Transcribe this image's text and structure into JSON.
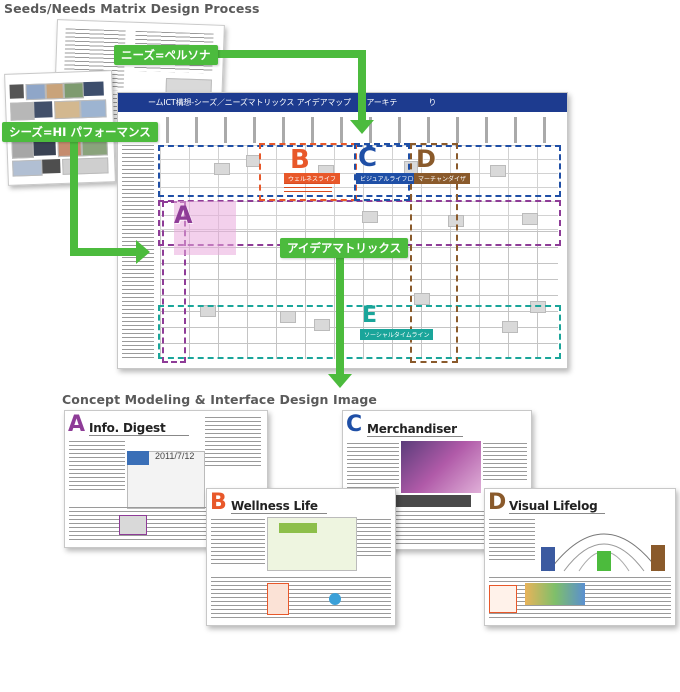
{
  "headings": {
    "process": "Seeds/Needs Matrix Design Process",
    "concept": "Concept Modeling & Interface Design Image"
  },
  "arrows": {
    "needs": "ニーズ=ペルソナ",
    "seeds": "シーズ=HI パフォーマンス",
    "matrix": "アイデアマトリックス"
  },
  "matrix": {
    "title": "ームICT構想-シーズ／ニーズマトリックス アイデアマップ　UIアーキテ　　　　り",
    "clusters": [
      {
        "letter": "A",
        "label": "",
        "color": "#8e3c97"
      },
      {
        "letter": "B",
        "label": "ウェルネスライフ",
        "color": "#e8582a"
      },
      {
        "letter": "C",
        "label": "ビジュアルライフログ",
        "color": "#1f4fa6"
      },
      {
        "letter": "D",
        "label": "マーチャンダイザ",
        "color": "#8a5a2b"
      },
      {
        "letter": "E",
        "label": "ソーシャルタイムライン",
        "color": "#1aa59a"
      }
    ]
  },
  "concepts": [
    {
      "letter": "A",
      "title": "Info. Digest",
      "color": "#8e3c97"
    },
    {
      "letter": "B",
      "title": "Wellness Life",
      "color": "#e8582a"
    },
    {
      "letter": "C",
      "title": "Merchandiser",
      "color": "#1f4fa6"
    },
    {
      "letter": "D",
      "title": "Visual Lifelog",
      "color": "#8a5a2b"
    }
  ],
  "card_a": {
    "date": "2011/7/12"
  },
  "colors": {
    "arrow": "#4cbb3d",
    "header": "#1d3b8f"
  }
}
